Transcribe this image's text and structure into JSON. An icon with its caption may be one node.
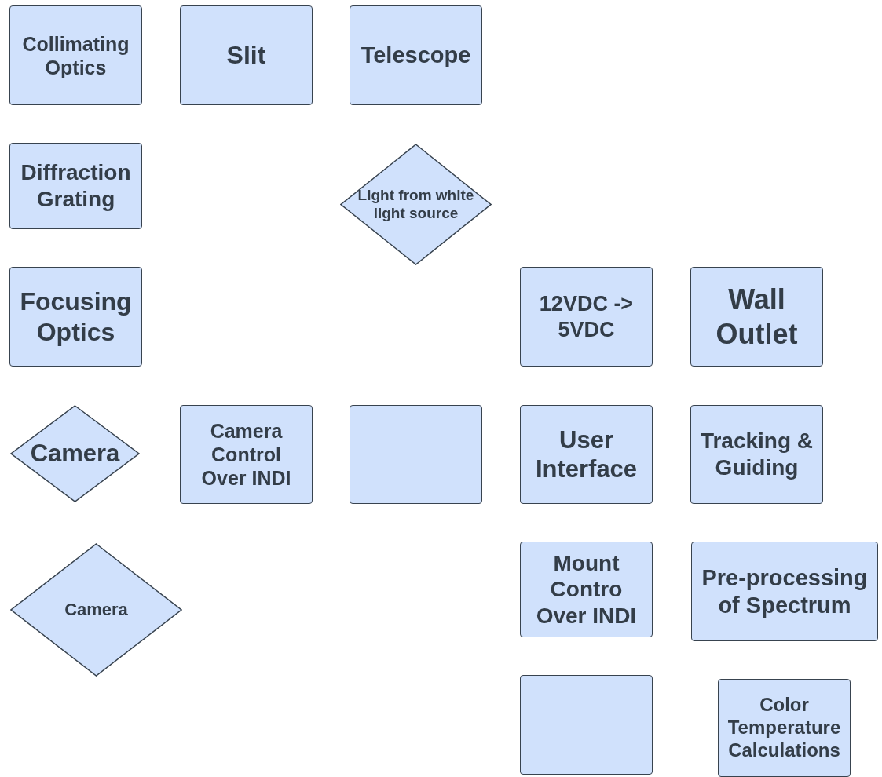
{
  "diagram": {
    "nodes": [
      {
        "text": [
          "Collimating Optics"
        ]
      },
      {
        "text": [
          "Slit"
        ]
      },
      {
        "text": [
          "Telescope"
        ]
      },
      {
        "text": [
          "Diffraction Grating"
        ]
      },
      {
        "text": [
          "Light from white light source"
        ]
      },
      {
        "text": [
          "Focusing Optics"
        ]
      },
      {
        "text": [
          "12VDC -> 5VDC"
        ]
      },
      {
        "text": [
          "Wall Outlet"
        ]
      },
      {
        "text": [
          "Camera"
        ]
      },
      {
        "text": [
          "Camera Control Over INDI"
        ]
      },
      {
        "text": [],
        "shape": "box"
      },
      {
        "text": [
          "User Interface"
        ]
      },
      {
        "text": [
          "Tracking & Guiding"
        ]
      },
      {
        "text": [
          "Camera"
        ]
      },
      {
        "text": [
          "Mount Contro Over INDI"
        ]
      },
      {
        "text": [
          "Pre-processing of Spectrum"
        ]
      },
      {
        "text": [],
        "shape": "box"
      },
      {
        "text": [
          "Color Temperature Calculations"
        ]
      }
    ],
    "edges": []
  }
}
